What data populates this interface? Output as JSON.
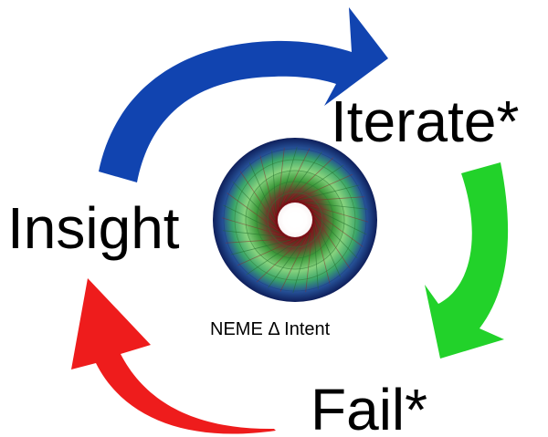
{
  "diagram": {
    "labels": {
      "iterate": "Iterate*",
      "insight": "Insight",
      "fail": "Fail*"
    },
    "center_caption": "NEME Δ Intent",
    "arrows": [
      {
        "from": "insight",
        "to": "iterate",
        "color": "#1144b0"
      },
      {
        "from": "iterate",
        "to": "fail",
        "color": "#22d22a"
      },
      {
        "from": "fail",
        "to": "insight",
        "color": "#ee1c1c"
      }
    ],
    "center_icon": "concentric-spirograph-eye-icon"
  }
}
